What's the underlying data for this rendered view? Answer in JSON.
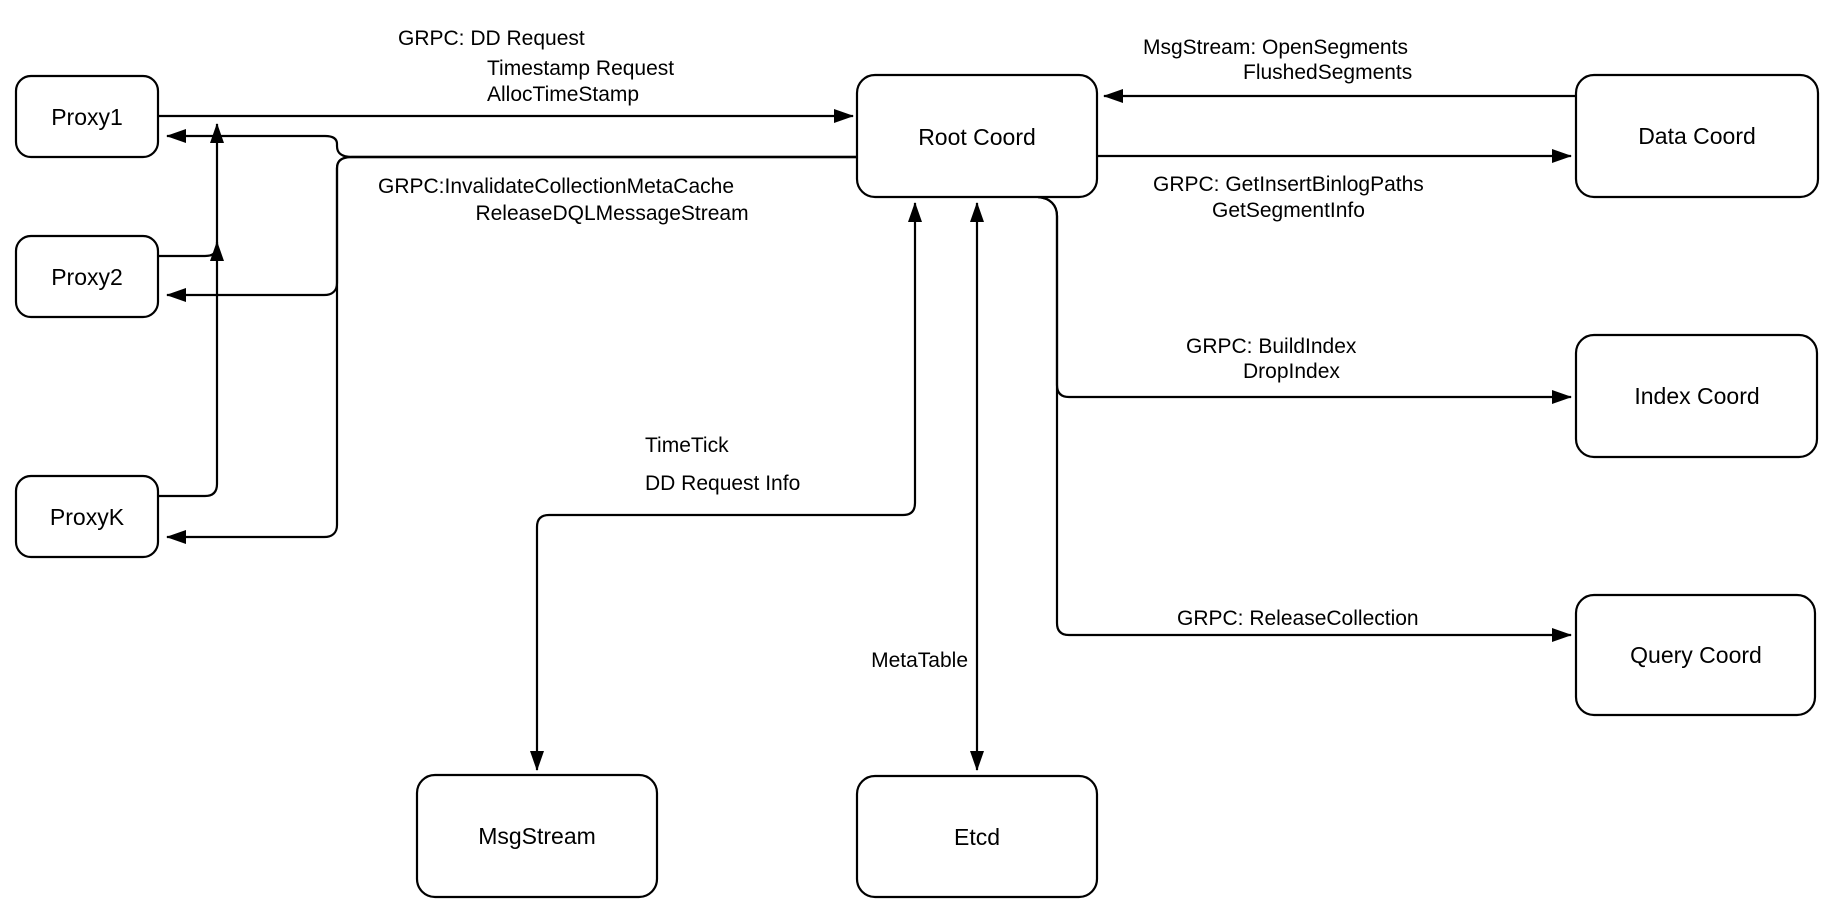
{
  "diagram": {
    "background_color": "#ffffff",
    "stroke_color": "#000000",
    "nodes": {
      "proxy1": {
        "label": "Proxy1"
      },
      "proxy2": {
        "label": "Proxy2"
      },
      "proxyk": {
        "label": "ProxyK"
      },
      "root": {
        "label": "Root Coord"
      },
      "data": {
        "label": "Data Coord"
      },
      "index": {
        "label": "Index Coord"
      },
      "query": {
        "label": "Query Coord"
      },
      "msgstream": {
        "label": "MsgStream"
      },
      "etcd": {
        "label": "Etcd"
      }
    },
    "edge_labels": {
      "proxy_to_root": [
        "GRPC: DD Request",
        "Timestamp Request",
        "AllocTimeStamp"
      ],
      "root_to_proxies": [
        "GRPC:InvalidateCollectionMetaCache",
        "ReleaseDQLMessageStream"
      ],
      "data_to_root": [
        "MsgStream: OpenSegments",
        "FlushedSegments"
      ],
      "root_to_data": [
        "GRPC: GetInsertBinlogPaths",
        "GetSegmentInfo"
      ],
      "root_to_index": [
        "GRPC: BuildIndex",
        "DropIndex"
      ],
      "root_to_query": [
        "GRPC: ReleaseCollection"
      ],
      "root_to_msgstream": [
        "TimeTick",
        "DD Request Info"
      ],
      "root_to_etcd": [
        "MetaTable"
      ]
    }
  }
}
